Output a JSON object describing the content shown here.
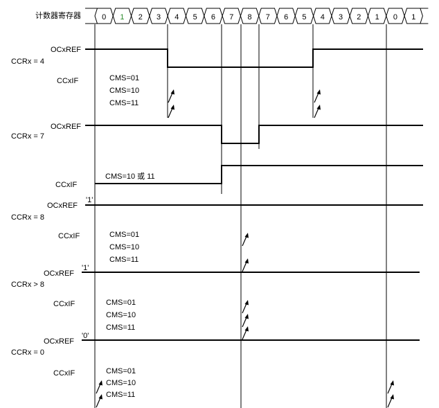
{
  "counter": {
    "label": "计数器寄存器",
    "values": [
      "0",
      "1",
      "2",
      "3",
      "4",
      "5",
      "6",
      "7",
      "8",
      "7",
      "6",
      "5",
      "4",
      "3",
      "2",
      "1",
      "0",
      "1"
    ]
  },
  "sections": [
    {
      "ccr_label": "CCRx = 4",
      "ocxref_label": "OCxREF",
      "level_tag": "",
      "ccxif_label": "CCxIF",
      "cms_lines": [
        "CMS=01",
        "CMS=10",
        "CMS=11"
      ]
    },
    {
      "ccr_label": "CCRx = 7",
      "ocxref_label": "OCxREF",
      "level_tag": "",
      "ccxif_label": "CCxIF",
      "cms_lines": [
        "CMS=10 或 11"
      ]
    },
    {
      "ccr_label": "CCRx = 8",
      "ocxref_label": "OCxREF",
      "level_tag": "'1'",
      "ccxif_label": "CCxIF",
      "cms_lines": [
        "CMS=01",
        "CMS=10",
        "CMS=11"
      ]
    },
    {
      "ccr_label": "CCRx > 8",
      "ocxref_label": "OCxREF",
      "level_tag": "'1'",
      "ccxif_label": "CCxIF",
      "cms_lines": [
        "CMS=01",
        "CMS=10",
        "CMS=11"
      ]
    },
    {
      "ccr_label": "CCRx = 0",
      "ocxref_label": "OCxREF",
      "level_tag": "'0'",
      "ccxif_label": "CCxIF",
      "cms_lines": [
        "CMS=01",
        "CMS=10",
        "CMS=11"
      ]
    }
  ],
  "colors": {
    "line": "#000000",
    "highlight_value": "#2a8a2a"
  }
}
